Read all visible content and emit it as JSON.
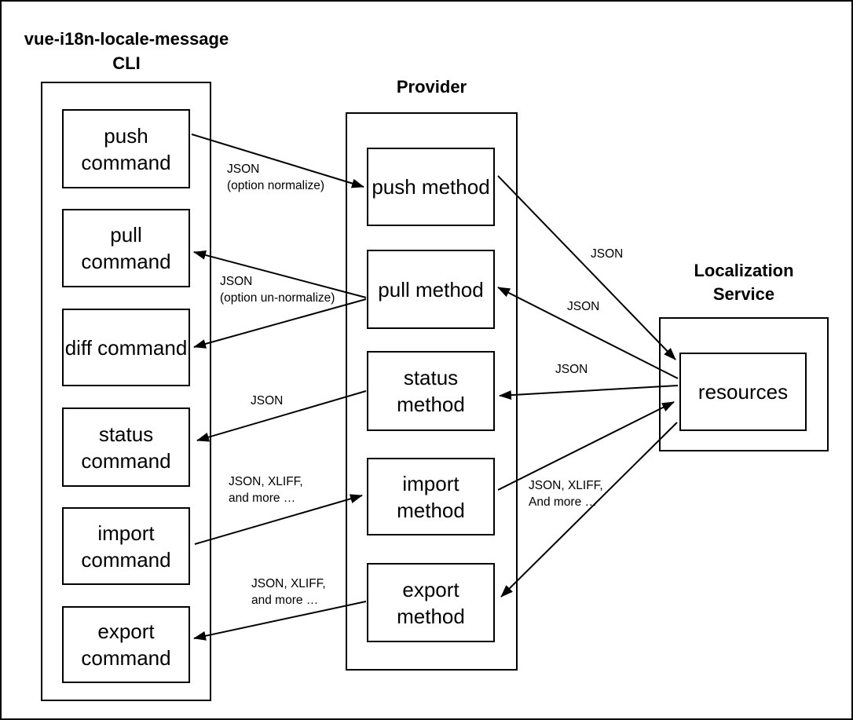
{
  "titles": {
    "app": [
      "vue-i18n-locale-message",
      "CLI"
    ],
    "provider": "Provider",
    "service": [
      "Localization",
      "Service"
    ]
  },
  "cli": {
    "boxes": [
      {
        "label": "push command"
      },
      {
        "label": "pull command"
      },
      {
        "label": "diff command"
      },
      {
        "label": "status command"
      },
      {
        "label": "import command"
      },
      {
        "label": "export command"
      }
    ]
  },
  "provider": {
    "boxes": [
      {
        "label": "push method"
      },
      {
        "label": "pull method"
      },
      {
        "label": "status method"
      },
      {
        "label": "import method"
      },
      {
        "label": "export method"
      }
    ]
  },
  "service": {
    "boxes": [
      {
        "label": "resources"
      }
    ]
  },
  "edge_labels": [
    {
      "id": "push-command-to-push-method",
      "lines": [
        "JSON",
        "(option normalize)"
      ]
    },
    {
      "id": "pull-method-to-pull-command",
      "lines": [
        "JSON",
        "(option un-normalize)"
      ]
    },
    {
      "id": "status-method-to-status-command",
      "lines": [
        "JSON"
      ]
    },
    {
      "id": "import-command-to-import-method",
      "lines": [
        "JSON, XLIFF,",
        "and more …"
      ]
    },
    {
      "id": "export-method-to-export-command",
      "lines": [
        "JSON, XLIFF,",
        "and more …"
      ]
    },
    {
      "id": "push-method-to-resources",
      "lines": [
        "JSON"
      ]
    },
    {
      "id": "resources-to-pull-method",
      "lines": [
        "JSON"
      ]
    },
    {
      "id": "resources-to-status-method",
      "lines": [
        "JSON"
      ]
    },
    {
      "id": "import-method-to-resources",
      "lines": [
        "JSON, XLIFF,",
        "And more …"
      ]
    }
  ],
  "colors": {
    "stroke": "#000000",
    "background": "#ffffff",
    "text": "#000000"
  }
}
